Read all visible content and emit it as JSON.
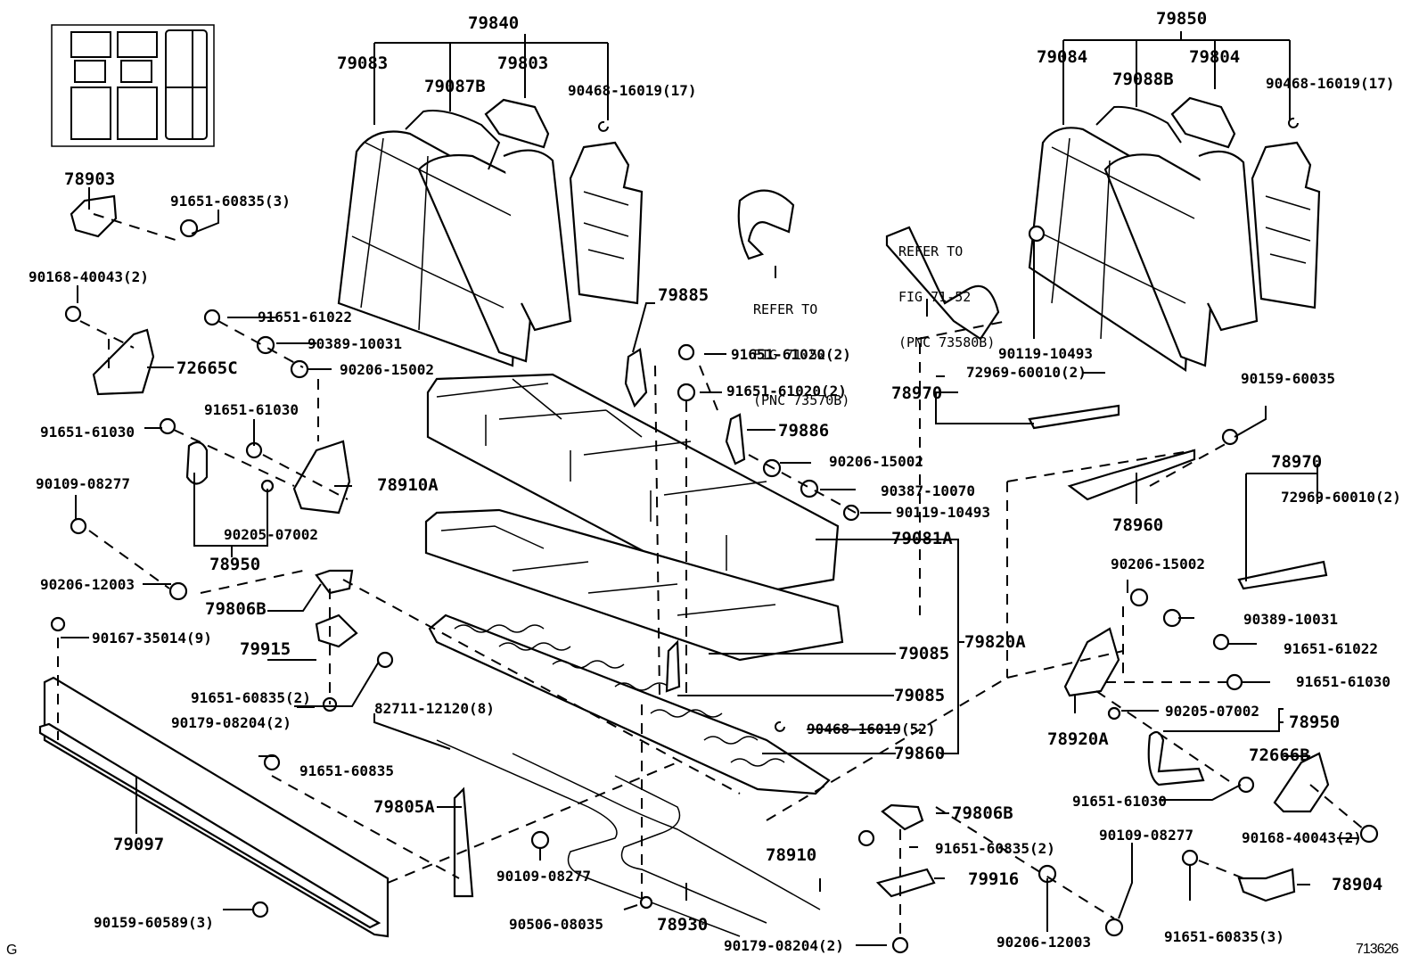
{
  "diagram": {
    "title": "Rear Seat Assembly Exploded Parts Diagram",
    "figure_id": "713626",
    "corner_code": "G",
    "notes": [
      {
        "id": "ref-belt-left",
        "lines": [
          "REFER TO",
          "FIG 71-52",
          "(PNC 73570B)"
        ]
      },
      {
        "id": "ref-belt-right",
        "lines": [
          "REFER TO",
          "FIG 71-52",
          "(PNC 73580B)"
        ]
      }
    ],
    "labels": {
      "p79840": "79840",
      "p79083": "79083",
      "p79087B": "79087B",
      "p79803": "79803",
      "p90468_17_l": "90468-16019(17)",
      "p79850": "79850",
      "p79084": "79084",
      "p79088B": "79088B",
      "p79804": "79804",
      "p90468_17_r": "90468-16019(17)",
      "p78903": "78903",
      "p91651_60835_3_top": "91651-60835(3)",
      "p90168_40043_l": "90168-40043(2)",
      "p91651_61022_l": "91651-61022",
      "p90389_10031_l": "90389-10031",
      "p90206_15002_l": "90206-15002",
      "p72665C": "72665C",
      "p91651_61030_a": "91651-61030",
      "p91651_61030_b": "91651-61030",
      "p78910A": "78910A",
      "p90109_08277_l": "90109-08277",
      "p90205_07002_l": "90205-07002",
      "p78950_l": "78950",
      "p90206_12003_l": "90206-12003",
      "p79806B_l": "79806B",
      "p90167_35014": "90167-35014(9)",
      "p79915": "79915",
      "p91651_60835_2_l": "91651-60835(2)",
      "p90179_08204_l": "90179-08204(2)",
      "p91651_60835_single": "91651-60835",
      "p79097": "79097",
      "p90159_60589": "90159-60589(3)",
      "p82711_12120": "82711-12120(8)",
      "p79805A": "79805A",
      "p90109_08277_c": "90109-08277",
      "p90506_08035": "90506-08035",
      "p78930": "78930",
      "p78910": "78910",
      "p90179_08204_c": "90179-08204(2)",
      "p79885": "79885",
      "p91651_61020_a": "91651-61020(2)",
      "p91651_61020_b": "91651-61020(2)",
      "p79886": "79886",
      "p90206_15002_c": "90206-15002",
      "p90387_10070": "90387-10070",
      "p90119_10493_c": "90119-10493",
      "p79081A": "79081A",
      "p79085_a": "79085",
      "p79085_b": "79085",
      "p90468_52": "90468-16019(52)",
      "p79860": "79860",
      "p79820A": "79820A",
      "p90119_10493_r": "90119-10493",
      "p72969_60010_a": "72969-60010(2)",
      "p78970_a": "78970",
      "p90159_60035": "90159-60035",
      "p78960": "78960",
      "p78970_b": "78970",
      "p72969_60010_b": "72969-60010(2)",
      "p90206_15002_r": "90206-15002",
      "p90389_10031_r": "90389-10031",
      "p91651_61022_r": "91651-61022",
      "p91651_61030_r1": "91651-61030",
      "p78920A": "78920A",
      "p90205_07002_r": "90205-07002",
      "p78950_r": "78950",
      "p72666B": "72666B",
      "p91651_61030_r2": "91651-61030",
      "p79806B_r": "79806B",
      "p91651_60835_2_r": "91651-60835(2)",
      "p79916": "79916",
      "p90109_08277_r": "90109-08277",
      "p90168_40043_r": "90168-40043(2)",
      "p78904": "78904",
      "p90206_12003_r": "90206-12003",
      "p91651_60835_3_bot": "91651-60835(3)"
    }
  }
}
